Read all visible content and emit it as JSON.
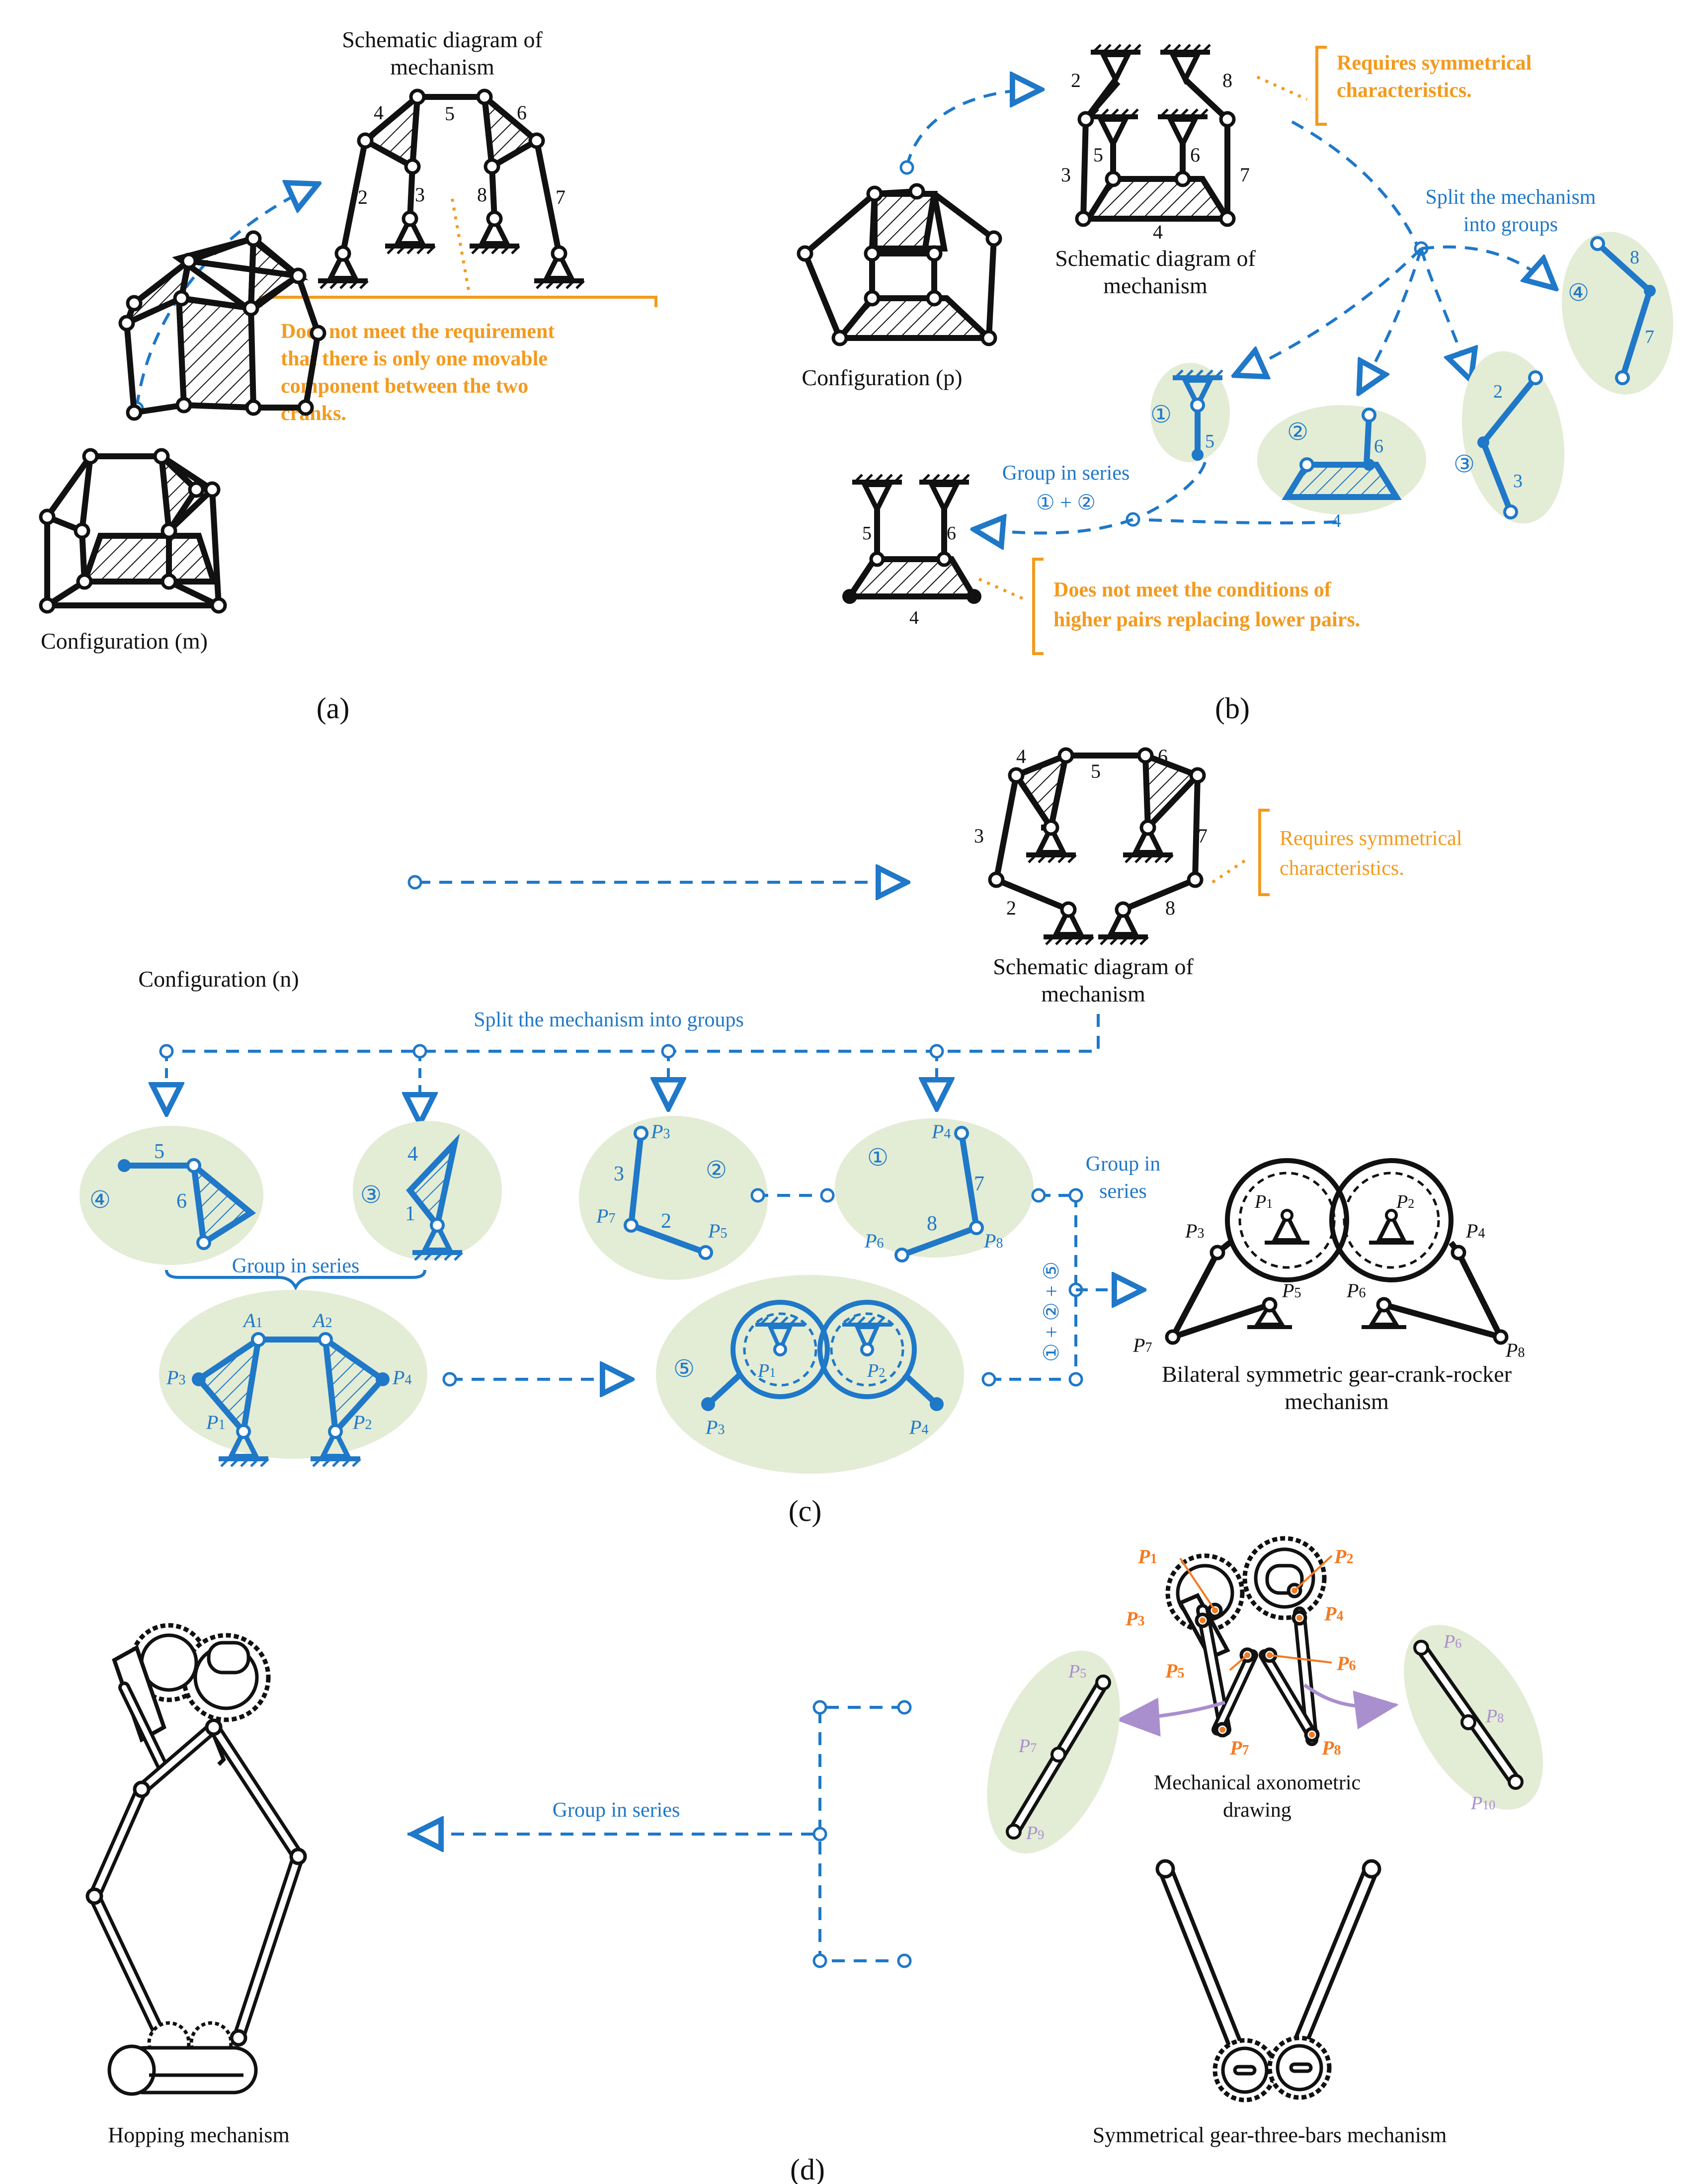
{
  "colors": {
    "black": "#111111",
    "blue": "#1f78c8",
    "orange": "#f39a1e",
    "green": "#e3ecd5",
    "purple": "#a98fce"
  },
  "panel_a": {
    "label": "(a)",
    "config_label": "Configuration (m)",
    "schematic_title_1": "Schematic diagram of",
    "schematic_title_2": "mechanism",
    "num_2": "2",
    "num_3": "3",
    "num_4": "4",
    "num_5": "5",
    "num_6": "6",
    "num_7": "7",
    "num_8": "8",
    "note_1": "Does not meet the requirement",
    "note_2": "that there is only one movable",
    "note_3": "component between the two",
    "note_4": "cranks."
  },
  "panel_b": {
    "label": "(b)",
    "config_label": "Configuration (p)",
    "schematic_title_1": "Schematic diagram of",
    "schematic_title_2": "mechanism",
    "note_sym_1": "Requires symmetrical",
    "note_sym_2": "characteristics.",
    "split_1": "Split the mechanism",
    "split_2": "into groups",
    "group_series_1": "Group in series",
    "group_series_2": "① + ②",
    "note_hp_1": "Does not meet the conditions of",
    "note_hp_2": "higher pairs replacing lower pairs.",
    "circ_1": "①",
    "circ_2": "②",
    "circ_3": "③",
    "circ_4": "④",
    "num_2": "2",
    "num_3": "3",
    "num_4": "4",
    "num_5": "5",
    "num_6": "6",
    "num_7": "7",
    "num_8": "8"
  },
  "panel_c": {
    "label": "(c)",
    "config_label": "Configuration (n)",
    "schematic_title_1": "Schematic diagram of",
    "schematic_title_2": "mechanism",
    "note_sym_1": "Requires symmetrical",
    "note_sym_2": "characteristics.",
    "split": "Split the mechanism into groups",
    "group_series": "Group in series",
    "group_series_1": "Group in",
    "group_series_2": "series",
    "vertical_sum": "① + ② + ⑤",
    "result_1": "Bilateral symmetric gear-crank-rocker",
    "result_2": "mechanism",
    "circ_1": "①",
    "circ_2": "②",
    "circ_3": "③",
    "circ_4": "④",
    "circ_5": "⑤",
    "num_1": "1",
    "num_2": "2",
    "num_3": "3",
    "num_4": "4",
    "num_5": "5",
    "num_6": "6",
    "num_7": "7",
    "num_8": "8",
    "A1": "A",
    "A2": "A",
    "sub1": "1",
    "sub2": "2",
    "P": "P",
    "s1": "1",
    "s2": "2",
    "s3": "3",
    "s4": "4",
    "s5": "5",
    "s6": "6",
    "s7": "7",
    "s8": "8",
    "s9": "9",
    "s10": "10"
  },
  "panel_d": {
    "label": "(d)",
    "hopping": "Hopping mechanism",
    "group_series": "Group in series",
    "axo_1": "Mechanical axonometric",
    "axo_2": "drawing",
    "gear3": "Symmetrical gear-three-bars mechanism"
  }
}
